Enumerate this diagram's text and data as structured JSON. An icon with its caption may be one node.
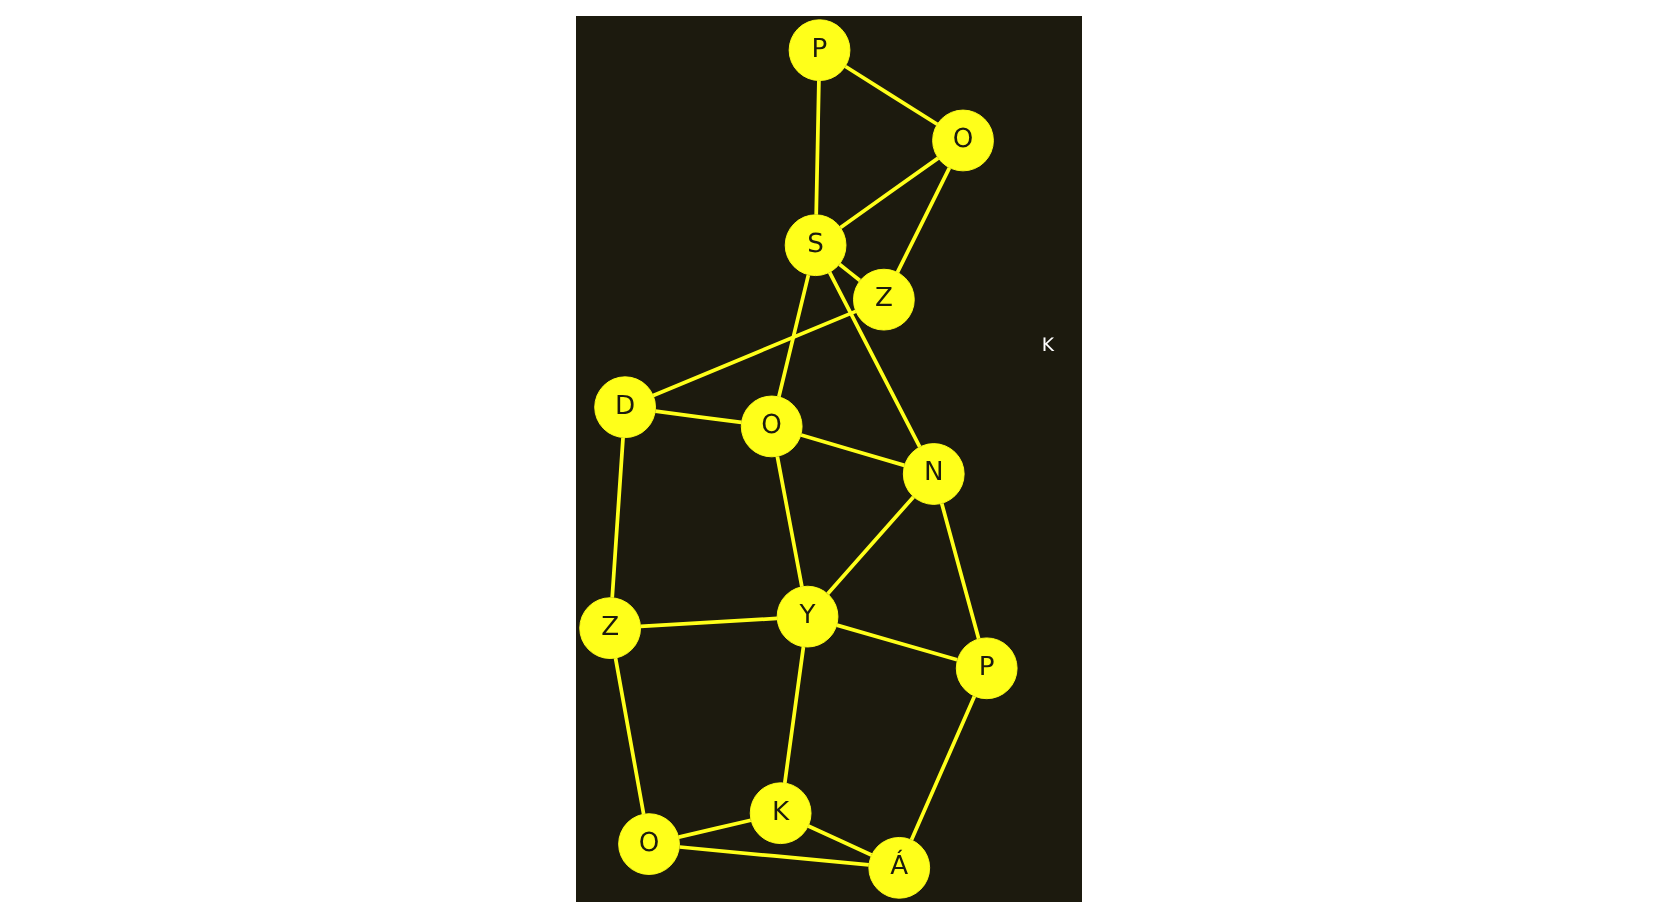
{
  "diagram": {
    "nodes": [
      {
        "text": [
          "P"
        ]
      },
      {
        "text": [
          "N"
        ]
      },
      {
        "text": [
          "P"
        ]
      },
      {
        "text": [
          "S"
        ]
      },
      {
        "text": [
          "Á"
        ]
      },
      {
        "text": [
          "O"
        ]
      },
      {
        "text": [
          "Y"
        ]
      },
      {
        "text": [
          "O"
        ]
      },
      {
        "text": [
          "K"
        ]
      },
      {
        "text": [
          "Z"
        ]
      },
      {
        "text": [
          "D"
        ]
      },
      {
        "text": [
          "Z"
        ]
      },
      {
        "text": [
          "O"
        ]
      }
    ],
    "edges": [
      {
        "from": 0,
        "to": 3,
        "arrow": "none"
      },
      {
        "from": 0,
        "to": 7,
        "arrow": "none"
      },
      {
        "from": 3,
        "to": 1,
        "arrow": "none"
      },
      {
        "from": 3,
        "to": 7,
        "arrow": "none"
      },
      {
        "from": 3,
        "to": 9,
        "arrow": "none"
      },
      {
        "from": 3,
        "to": 5,
        "arrow": "none"
      },
      {
        "from": 1,
        "to": 2,
        "arrow": "none"
      },
      {
        "from": 1,
        "to": 5,
        "arrow": "none"
      },
      {
        "from": 1,
        "to": 6,
        "arrow": "none"
      },
      {
        "from": 2,
        "to": 6,
        "arrow": "none"
      },
      {
        "from": 2,
        "to": 4,
        "arrow": "none"
      },
      {
        "from": 5,
        "to": 6,
        "arrow": "none"
      },
      {
        "from": 5,
        "to": 10,
        "arrow": "none"
      },
      {
        "from": 6,
        "to": 8,
        "arrow": "none"
      },
      {
        "from": 6,
        "to": 11,
        "arrow": "none"
      },
      {
        "from": 4,
        "to": 8,
        "arrow": "none"
      },
      {
        "from": 4,
        "to": 12,
        "arrow": "none"
      },
      {
        "from": 8,
        "to": 12,
        "arrow": "none"
      },
      {
        "from": 7,
        "to": 9,
        "arrow": "none"
      },
      {
        "from": 9,
        "to": 10,
        "arrow": "none"
      },
      {
        "from": 10,
        "to": 11,
        "arrow": "none"
      },
      {
        "from": 11,
        "to": 12,
        "arrow": "none"
      }
    ],
    "labels": [
      "K"
    ]
  }
}
